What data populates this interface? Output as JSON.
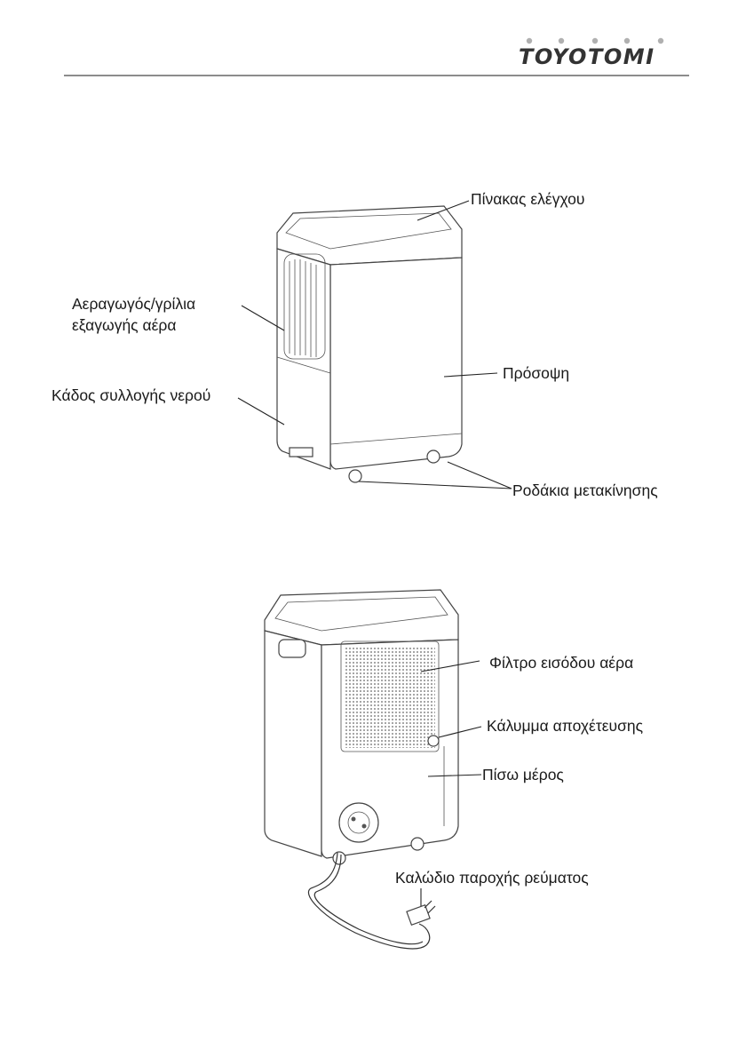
{
  "header": {
    "brand": "TOYOTOMI"
  },
  "front_view": {
    "labels": {
      "control_panel": "Πίνακας ελέγχου",
      "air_outlet_line1": "Αεραγωγός/γρίλια",
      "air_outlet_line2": "εξαγωγής  αέρα",
      "water_tank": "Κάδος συλλογής νερού",
      "front": "Πρόσοψη",
      "wheels": "Ροδάκια μετακίνησης"
    }
  },
  "back_view": {
    "labels": {
      "air_inlet_filter": "Φίλτρο εισόδου αέρα",
      "drain_cover": "Κάλυμμα αποχέτευσης",
      "back": "Πίσω μέρος",
      "power_cord": "Καλώδιο παροχής ρεύματος"
    }
  }
}
